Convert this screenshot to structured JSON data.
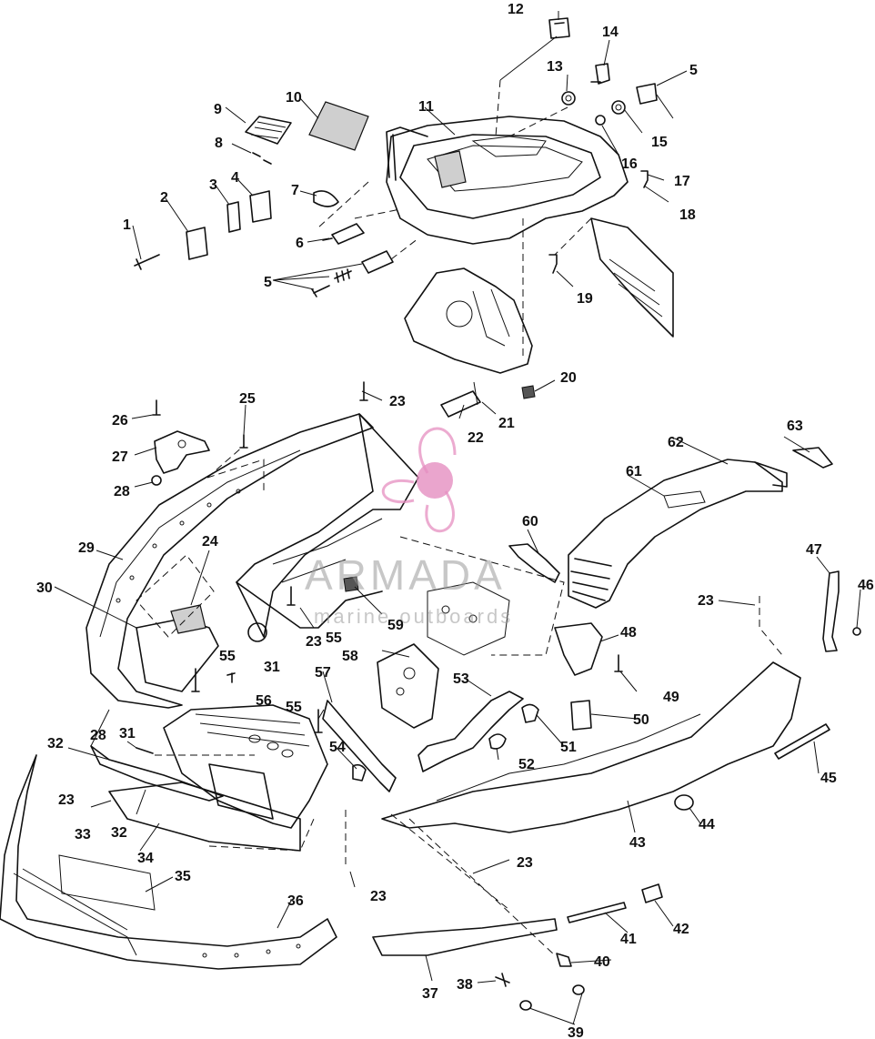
{
  "watermark": {
    "brand": "ARMADA",
    "tagline": "marine outboards",
    "logo_color": "#e58fc0"
  },
  "callouts": [
    {
      "id": "c1",
      "text": "1"
    },
    {
      "id": "c2",
      "text": "2"
    },
    {
      "id": "c3",
      "text": "3"
    },
    {
      "id": "c4",
      "text": "4"
    },
    {
      "id": "c5a",
      "text": "5"
    },
    {
      "id": "c5b",
      "text": "5"
    },
    {
      "id": "c6",
      "text": "6"
    },
    {
      "id": "c7",
      "text": "7"
    },
    {
      "id": "c8",
      "text": "8"
    },
    {
      "id": "c9",
      "text": "9"
    },
    {
      "id": "c10",
      "text": "10"
    },
    {
      "id": "c11",
      "text": "11"
    },
    {
      "id": "c12",
      "text": "12"
    },
    {
      "id": "c13",
      "text": "13"
    },
    {
      "id": "c14",
      "text": "14"
    },
    {
      "id": "c15",
      "text": "15"
    },
    {
      "id": "c16",
      "text": "16"
    },
    {
      "id": "c17",
      "text": "17"
    },
    {
      "id": "c18",
      "text": "18"
    },
    {
      "id": "c19",
      "text": "19"
    },
    {
      "id": "c20",
      "text": "20"
    },
    {
      "id": "c21",
      "text": "21"
    },
    {
      "id": "c22",
      "text": "22"
    },
    {
      "id": "c23a",
      "text": "23"
    },
    {
      "id": "c23b",
      "text": "23"
    },
    {
      "id": "c23c",
      "text": "23"
    },
    {
      "id": "c23d",
      "text": "23"
    },
    {
      "id": "c23e",
      "text": "23"
    },
    {
      "id": "c23f",
      "text": "23"
    },
    {
      "id": "c24",
      "text": "24"
    },
    {
      "id": "c25",
      "text": "25"
    },
    {
      "id": "c26",
      "text": "26"
    },
    {
      "id": "c27",
      "text": "27"
    },
    {
      "id": "c28a",
      "text": "28"
    },
    {
      "id": "c28b",
      "text": "28"
    },
    {
      "id": "c29",
      "text": "29"
    },
    {
      "id": "c30",
      "text": "30"
    },
    {
      "id": "c31a",
      "text": "31"
    },
    {
      "id": "c31b",
      "text": "31"
    },
    {
      "id": "c32a",
      "text": "32"
    },
    {
      "id": "c32b",
      "text": "32"
    },
    {
      "id": "c33",
      "text": "33"
    },
    {
      "id": "c34",
      "text": "34"
    },
    {
      "id": "c35",
      "text": "35"
    },
    {
      "id": "c36",
      "text": "36"
    },
    {
      "id": "c37",
      "text": "37"
    },
    {
      "id": "c38",
      "text": "38"
    },
    {
      "id": "c39",
      "text": "39"
    },
    {
      "id": "c40",
      "text": "40"
    },
    {
      "id": "c41",
      "text": "41"
    },
    {
      "id": "c42",
      "text": "42"
    },
    {
      "id": "c43",
      "text": "43"
    },
    {
      "id": "c44",
      "text": "44"
    },
    {
      "id": "c45",
      "text": "45"
    },
    {
      "id": "c46",
      "text": "46"
    },
    {
      "id": "c47",
      "text": "47"
    },
    {
      "id": "c48",
      "text": "48"
    },
    {
      "id": "c49",
      "text": "49"
    },
    {
      "id": "c50",
      "text": "50"
    },
    {
      "id": "c51",
      "text": "51"
    },
    {
      "id": "c52",
      "text": "52"
    },
    {
      "id": "c53",
      "text": "53"
    },
    {
      "id": "c54",
      "text": "54"
    },
    {
      "id": "c55a",
      "text": "55"
    },
    {
      "id": "c55b",
      "text": "55"
    },
    {
      "id": "c55c",
      "text": "55"
    },
    {
      "id": "c56",
      "text": "56"
    },
    {
      "id": "c57",
      "text": "57"
    },
    {
      "id": "c58",
      "text": "58"
    },
    {
      "id": "c59",
      "text": "59"
    },
    {
      "id": "c60",
      "text": "60"
    },
    {
      "id": "c61",
      "text": "61"
    },
    {
      "id": "c62",
      "text": "62"
    },
    {
      "id": "c63",
      "text": "63"
    }
  ]
}
